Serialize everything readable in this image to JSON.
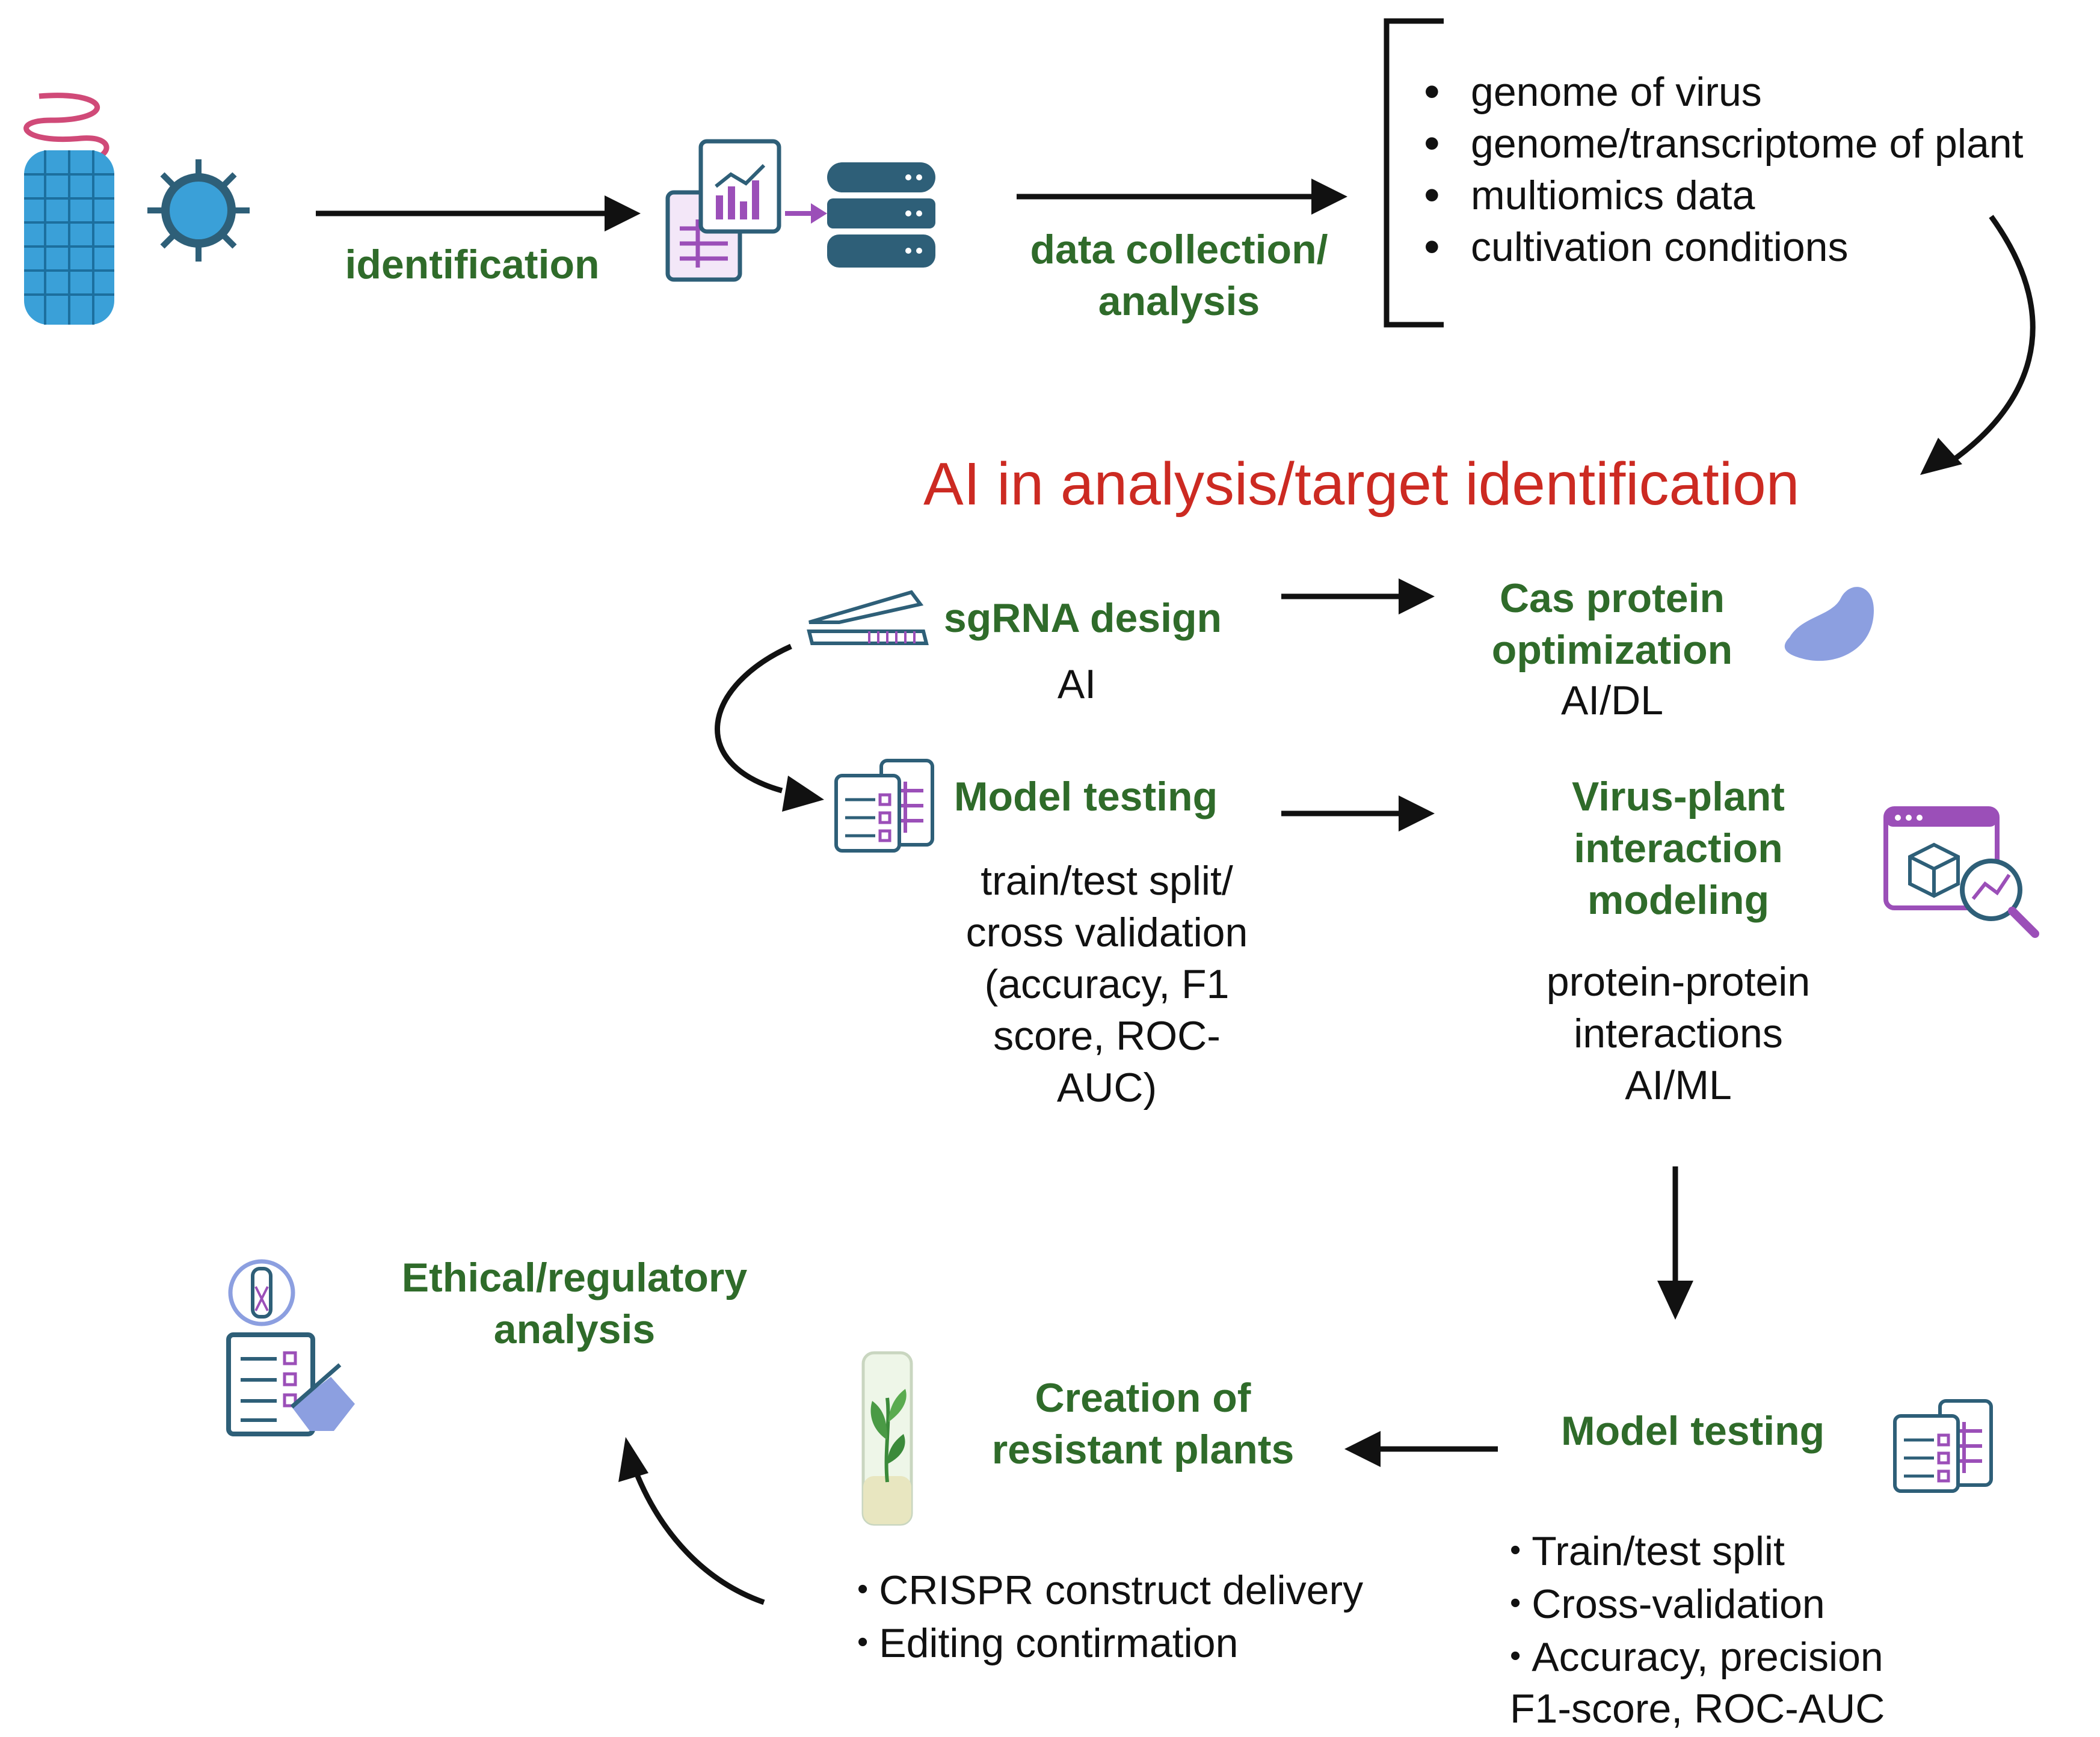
{
  "labels": {
    "identification": "identification",
    "data_collection": [
      "data collection/",
      "analysis"
    ],
    "ai_title": "AI in analysis/target identification",
    "sgrna_design": "sgRNA design",
    "sgrna_method": "AI",
    "cas_protein": [
      "Cas protein",
      "optimization"
    ],
    "cas_method": "AI/DL",
    "model_testing_1": "Model testing",
    "model_testing_1_details": [
      "train/test split/",
      "cross validation",
      "(accuracy, F1",
      "score, ROC-",
      "AUC)"
    ],
    "virus_plant": [
      "Virus-plant",
      "interaction",
      "modeling"
    ],
    "virus_plant_details": [
      "protein-protein",
      "interactions",
      "AI/ML"
    ],
    "model_testing_2": "Model testing",
    "model_testing_2_details": [
      "Train/test split",
      "Cross-validation",
      "Accuracy, precision"
    ],
    "model_testing_2_extra": "F1-score, ROC-AUC",
    "creation": [
      "Creation of",
      "resistant plants"
    ],
    "creation_details": [
      "CRISPR construct delivery",
      "Editing contirmation"
    ],
    "ethical": [
      "Ethical/regulatory",
      "analysis"
    ]
  },
  "data_list": [
    "genome of virus",
    "genome/transcriptome of plant",
    "multiomics data",
    "cultivation conditions"
  ],
  "colors": {
    "green_label": "#2f6b2a",
    "red_title": "#cc2a22",
    "arrow": "#111111",
    "virus_blue": "#3aa0d8",
    "protein_blue": "#8c9fe0",
    "icon_purple": "#9b4fb8",
    "icon_teal": "#2e5f78"
  },
  "icons": [
    "rod-virus-icon",
    "spherical-virus-icon",
    "documents-chart-icon",
    "database-icon",
    "sgrna-icon",
    "cas-protein-icon",
    "clipboard-checklist-icon",
    "browser-search-icon",
    "test-tube-plant-icon",
    "regulatory-checklist-icon"
  ]
}
